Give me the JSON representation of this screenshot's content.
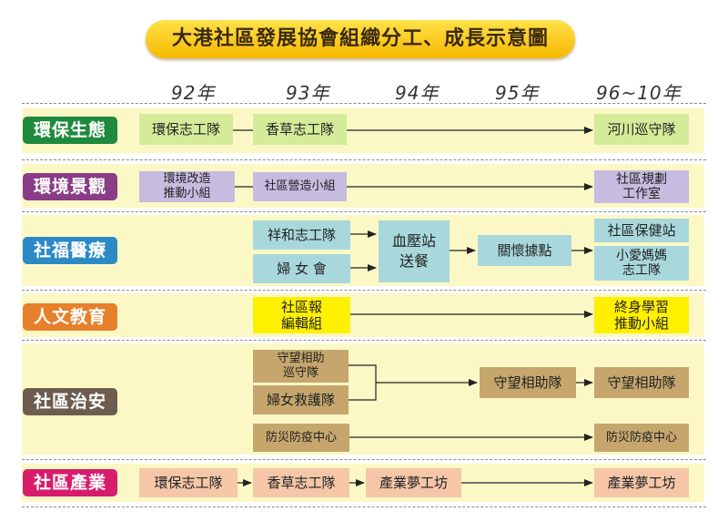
{
  "title": "大港社區發展協會組織分工、成長示意圖",
  "years": [
    "92年",
    "93年",
    "94年",
    "95年",
    "96~10年"
  ],
  "categories": {
    "env": "環保生態",
    "scenery": "環境景觀",
    "welfare": "社福醫療",
    "education": "人文教育",
    "security": "社區治安",
    "industry": "社區產業"
  },
  "boxes": {
    "env_a": "環保志工隊",
    "env_b": "香草志工隊",
    "env_c": "河川巡守隊",
    "sc_a": "環境改造\n推動小組",
    "sc_b": "社區營造小組",
    "sc_c": "社區規劃\n工作室",
    "wf_a": "祥和志工隊",
    "wf_b": "婦 女 會",
    "wf_c": "血壓站\n送餐",
    "wf_d": "關懷據點",
    "wf_e": "社區保健站",
    "wf_f": "小愛媽媽\n志工隊",
    "ed_a": "社區報\n編輯組",
    "ed_b": "終身學習\n推動小組",
    "se_a": "守望相助\n巡守隊",
    "se_b": "婦女救護隊",
    "se_c": "守望相助隊",
    "se_d": "守望相助隊",
    "se_e": "防災防疫中心",
    "se_f": "防災防疫中心",
    "in_a": "環保志工隊",
    "in_b": "香草志工隊",
    "in_c": "產業夢工坊",
    "in_d": "產業夢工坊"
  },
  "colors": {
    "green": "#1e8a3c",
    "purple": "#8a3c86",
    "blue": "#2b8ac6",
    "orange": "#e6802a",
    "brown": "#6e5d4f",
    "pink": "#d81b6b",
    "green_box": "#d4ec9a",
    "lavender_box": "#c7bbe0",
    "teal_box": "#a8d8dc",
    "yellow_box": "#fff000",
    "tan_box": "#c6a66c",
    "peach_box": "#f5c6a8",
    "band": "#fbf8c6"
  }
}
